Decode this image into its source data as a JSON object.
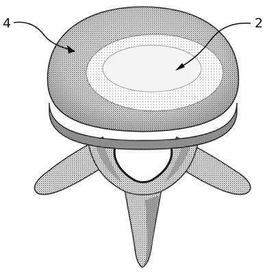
{
  "figure": {
    "labels": [
      {
        "text": "4",
        "target": "outer-disc"
      },
      {
        "text": "2",
        "target": "inner-disc-center"
      }
    ]
  }
}
